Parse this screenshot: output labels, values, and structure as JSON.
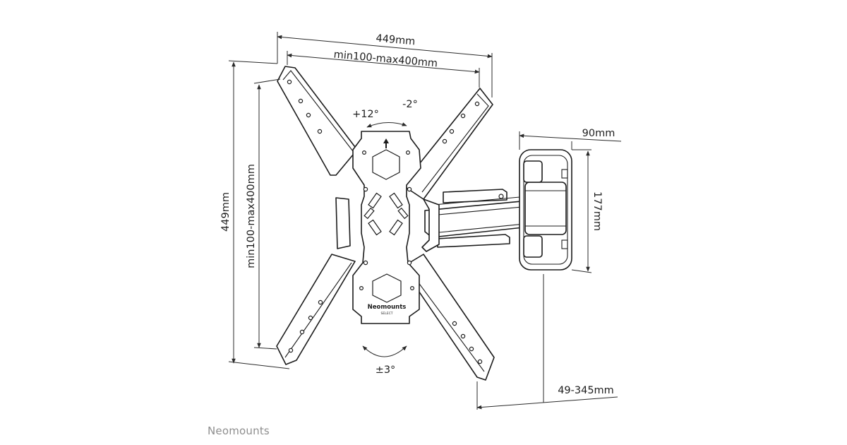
{
  "brand": "Neomounts",
  "plate_logo": {
    "name": "Neomounts",
    "sub": "SELECT"
  },
  "dimensions": {
    "overall_width": "449mm",
    "vesa_width": "min100-max400mm",
    "overall_height": "449mm",
    "vesa_height": "min100-max400mm",
    "wall_plate_width": "90mm",
    "wall_plate_height": "177mm",
    "wall_distance": "49-345mm"
  },
  "angles": {
    "tilt_up": "+12°",
    "tilt_down": "-2°",
    "rotation": "±3°"
  }
}
